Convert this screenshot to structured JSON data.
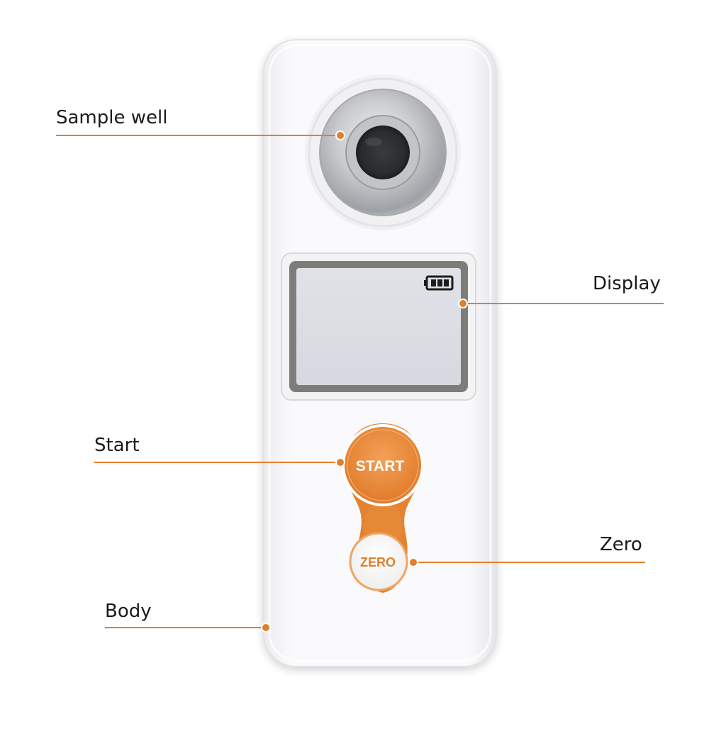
{
  "callouts": {
    "sample_well": "Sample well",
    "display": "Display",
    "start": "Start",
    "zero": "Zero",
    "body": "Body"
  },
  "device": {
    "start_button_label": "START",
    "zero_button_label": "ZERO",
    "display_icon": "battery-full-icon"
  },
  "colors": {
    "accent": "#e07f2e",
    "callout_line": "#e07f2e",
    "body_white": "#f7f7f9",
    "lcd_screen": "#d9dde3",
    "lcd_frame": "#7a7a78",
    "steel": "#b8babd"
  }
}
